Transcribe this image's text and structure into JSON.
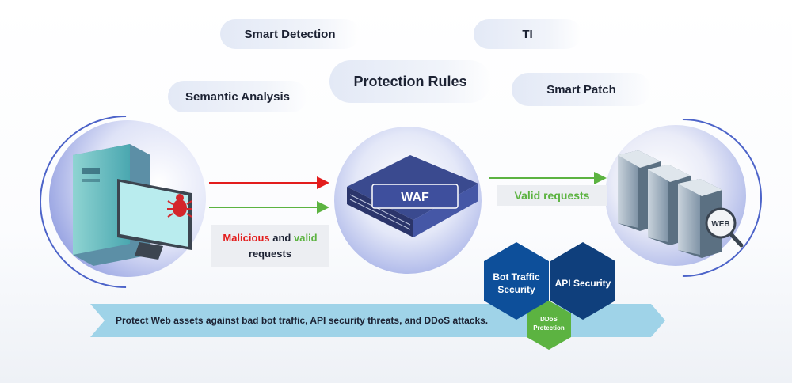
{
  "capabilities": {
    "smart_detection": "Smart Detection",
    "ti": "TI",
    "protection_rules": "Protection Rules",
    "semantic_analysis": "Semantic Analysis",
    "smart_patch": "Smart Patch"
  },
  "waf_label": "WAF",
  "inbound": {
    "malicious": "Malicious",
    "and": "and",
    "valid": "valid",
    "requests": "requests"
  },
  "outbound_label": "Valid requests",
  "server_badge": "WEB",
  "banner_text": "Protect Web assets against bad bot traffic, API security threats, and DDoS attacks.",
  "hexagons": {
    "bot_traffic": "Bot Traffic Security",
    "api": "API Security",
    "ddos": "DDoS Protection"
  },
  "colors": {
    "malicious_arrow": "#e31d1d",
    "valid_arrow": "#5cb341",
    "hex_blue": "#0d4f9a",
    "hex_navy": "#0f3f7c",
    "hex_green": "#5cb341",
    "banner": "#9fd3e8"
  },
  "icons": [
    "infected-client-icon",
    "bug-icon",
    "waf-appliance-icon",
    "web-server-icon",
    "magnifier-web-icon"
  ]
}
